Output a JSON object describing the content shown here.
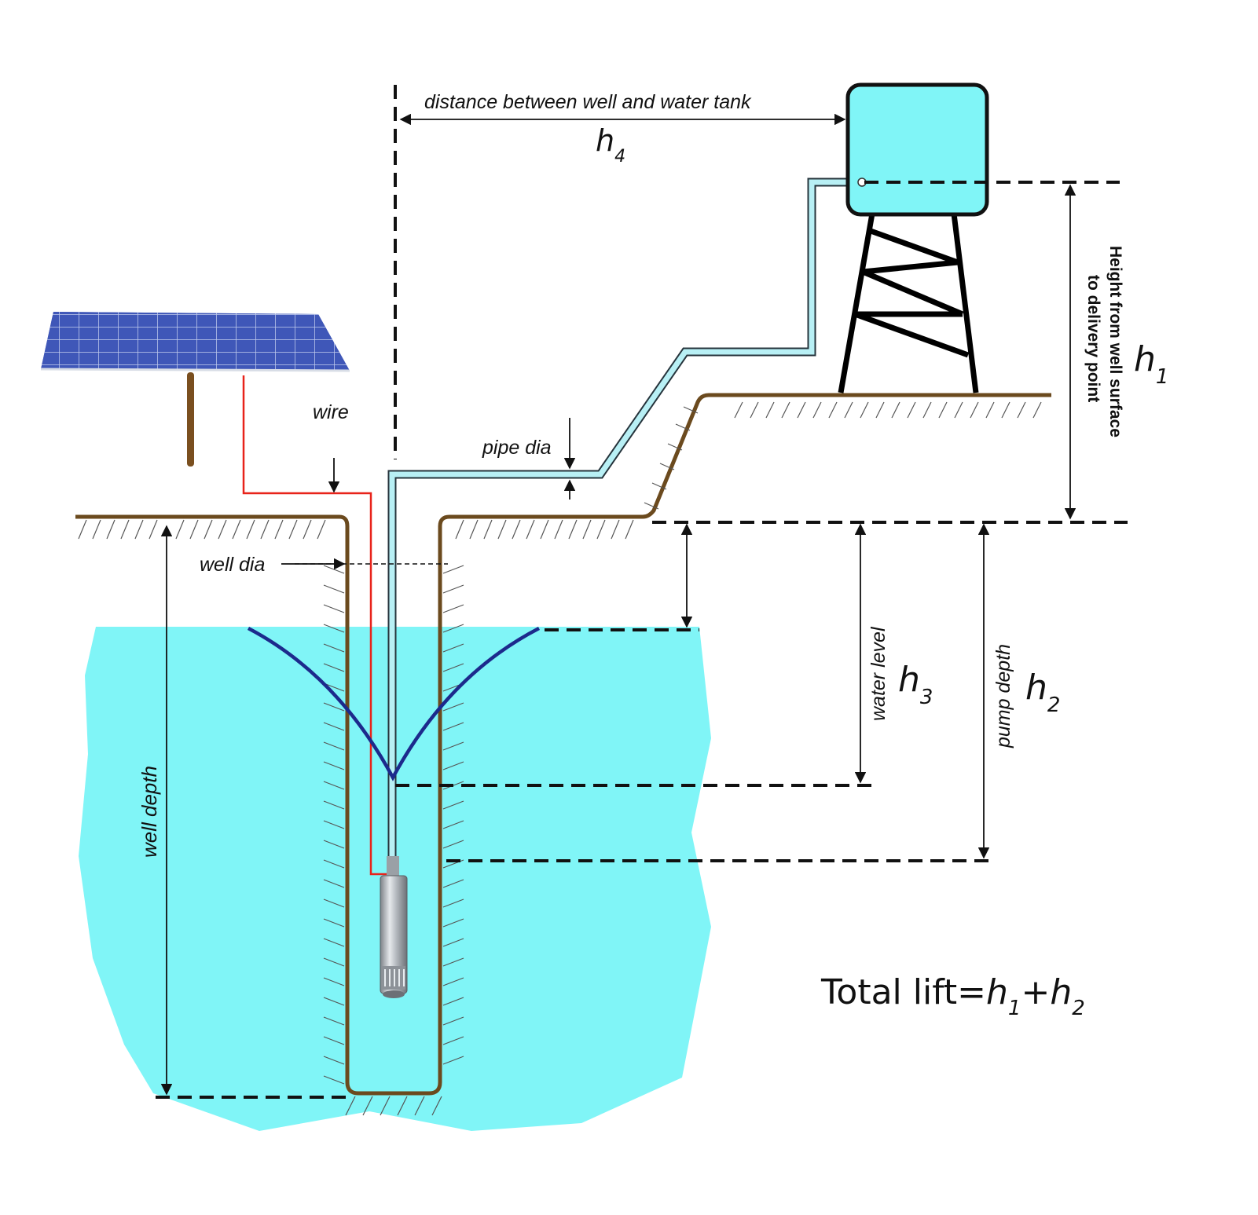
{
  "labels": {
    "distance": "distance between well and water tank",
    "wire": "wire",
    "pipe_dia": "pipe dia",
    "well_dia": "well dia",
    "well_depth": "well depth",
    "water_level": "water level",
    "pump_depth": "pump depth",
    "height_line1": "Height from well surface",
    "height_line2": "to delivery point"
  },
  "symbols": {
    "h1": {
      "base": "h",
      "sub": "1"
    },
    "h2": {
      "base": "h",
      "sub": "2"
    },
    "h3": {
      "base": "h",
      "sub": "3"
    },
    "h4": {
      "base": "h",
      "sub": "4"
    }
  },
  "formula": {
    "prefix": "Total lift=",
    "t1": "h",
    "s1": "1",
    "plus": "+",
    "t2": "h",
    "s2": "2"
  },
  "colors": {
    "water": "#80f5f7",
    "ground": "#6b4a1e",
    "pipe": "#b8f0f5",
    "wire": "#e8231a",
    "drawdown": "#1c2a8c",
    "tank": "#80f5f7",
    "solar_panel": "#3f57b8"
  }
}
